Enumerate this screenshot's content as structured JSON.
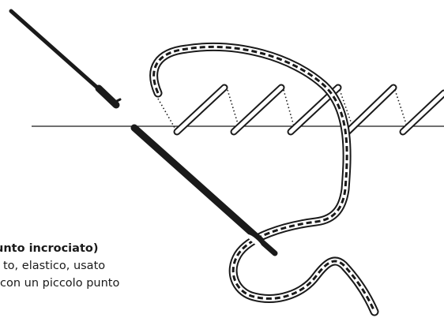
{
  "caption": {
    "title": "unto incrociato)",
    "line1": "to, elastico, usato",
    "line2": "con un piccolo punto"
  },
  "icons": {
    "needle": "sewing-needle-icon",
    "thread": "stitched-thread-icon"
  },
  "colors": {
    "ink": "#1a1a1a",
    "background": "#ffffff"
  }
}
